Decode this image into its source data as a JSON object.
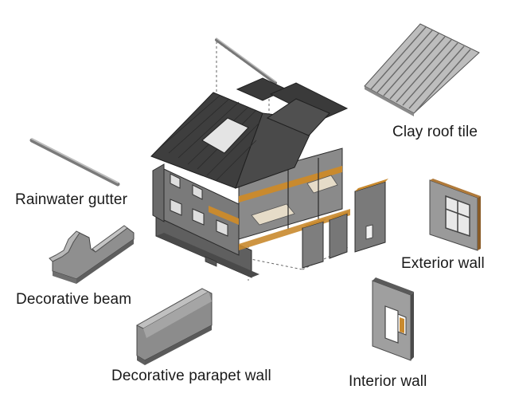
{
  "labels": {
    "clay_roof_tile": "Clay roof tile",
    "rainwater_gutter": "Rainwater gutter",
    "exterior_wall": "Exterior wall",
    "decorative_beam": "Decorative beam",
    "interior_wall": "Interior wall",
    "decorative_parapet_wall": "Decorative parapet wall"
  },
  "colors": {
    "roof": "#3a3a3a",
    "wall": "#7d7d7d",
    "wall_dark": "#5a5a5a",
    "wood": "#c98a2e",
    "concrete": "#9a9a9a",
    "outline": "#2b2b2b"
  }
}
